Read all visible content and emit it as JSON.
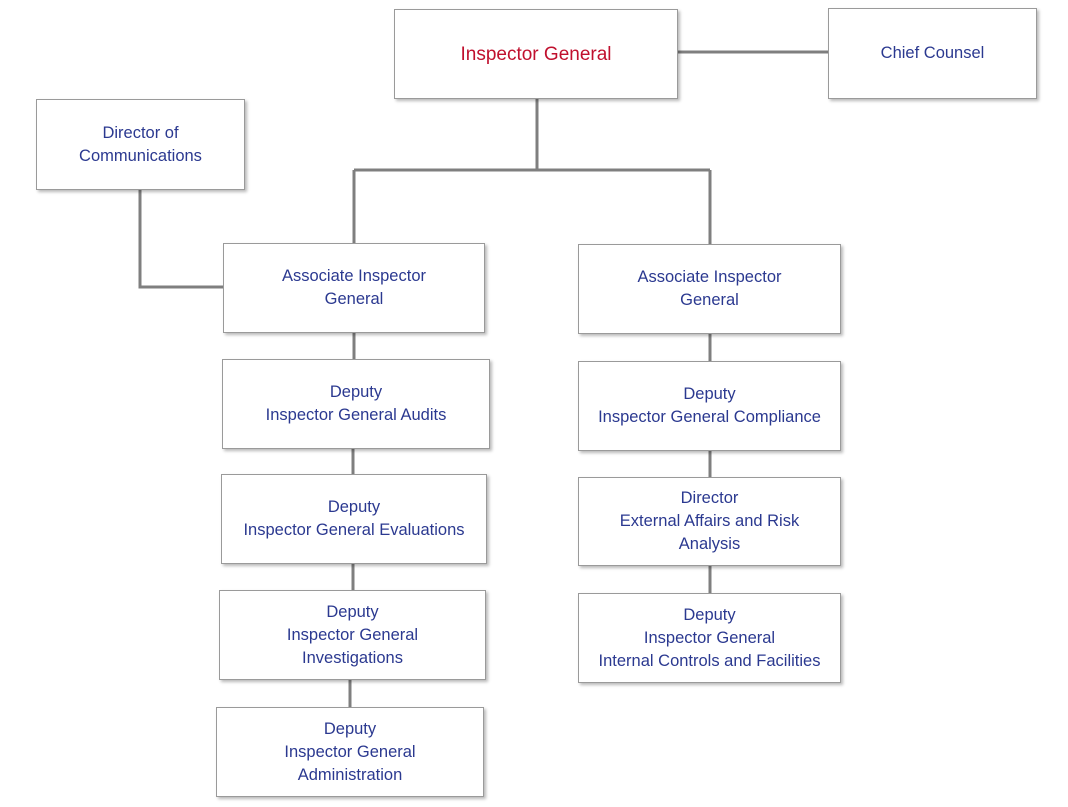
{
  "colors": {
    "box_text": "#2b3990",
    "top_text": "#c0102e",
    "connector": "#7f7f7f",
    "box_border": "#9a9a9a"
  },
  "org_chart": {
    "inspector_general": "Inspector General",
    "chief_counsel": "Chief Counsel",
    "director_of_communications": "Director of\nCommunications",
    "left_branch": {
      "associate": "Associate Inspector\nGeneral",
      "audits": "Deputy\nInspector General Audits",
      "evaluations": "Deputy\nInspector General Evaluations",
      "investigations": "Deputy\nInspector General\nInvestigations",
      "administration": "Deputy\nInspector General\nAdministration"
    },
    "right_branch": {
      "associate": "Associate Inspector\nGeneral",
      "compliance": "Deputy\nInspector General Compliance",
      "external_affairs": "Director\nExternal Affairs and Risk\nAnalysis",
      "internal_controls": "Deputy\nInspector General\nInternal Controls and Facilities"
    }
  }
}
